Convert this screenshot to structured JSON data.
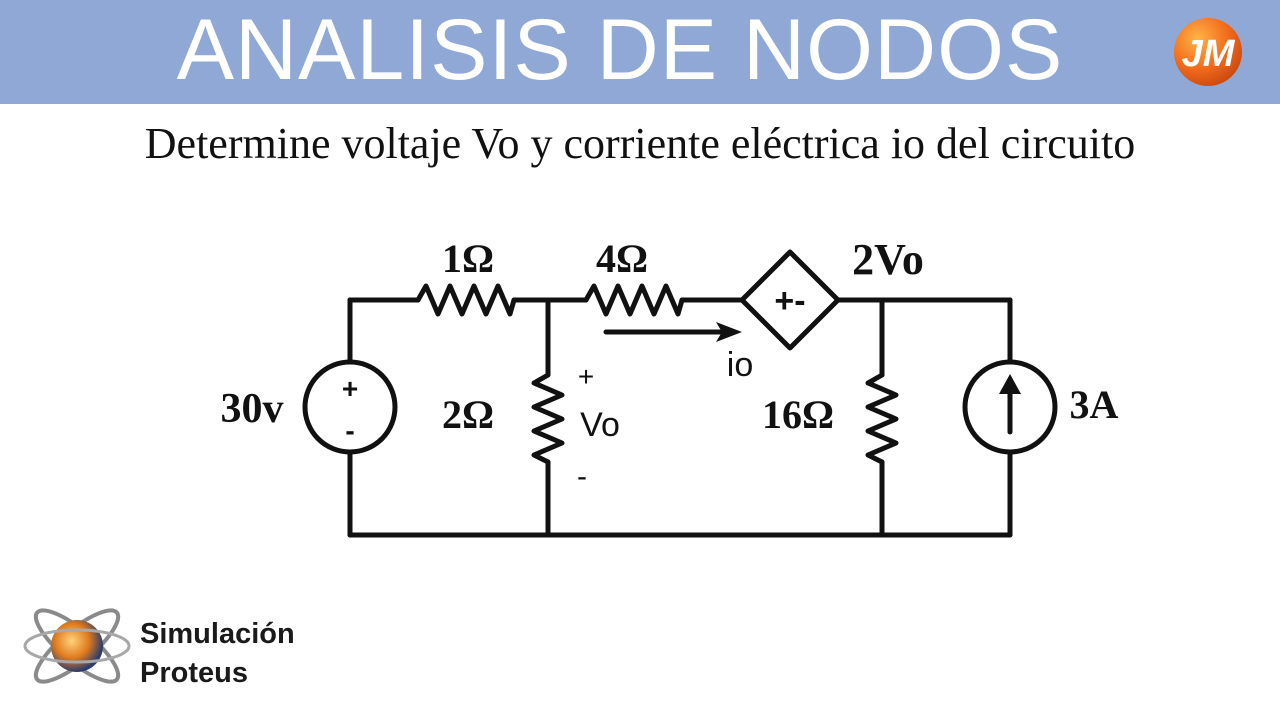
{
  "header": {
    "title": "ANALISIS DE NODOS",
    "logo_icon": "jm-logo-icon",
    "logo_text": "JM"
  },
  "subtitle": "Determine voltaje Vo y corriente eléctrica io del circuito",
  "circuit": {
    "source_voltage": "30v",
    "source_plus": "+",
    "source_minus": "-",
    "r1": "1Ω",
    "r2": "4Ω",
    "r3": "2Ω",
    "r4": "16Ω",
    "dep_source": "2Vo",
    "dep_polarity": "+-",
    "current_source": "3A",
    "vo_label": "Vo",
    "vo_plus": "+",
    "vo_minus": "-",
    "io_label": "io"
  },
  "footer": {
    "icon": "proteus-atom-icon",
    "line1": "Simulación",
    "line2": "Proteus"
  },
  "colors": {
    "banner": "#8fa8d6",
    "logo_orange": "#f26a1b",
    "wire": "#111111"
  }
}
